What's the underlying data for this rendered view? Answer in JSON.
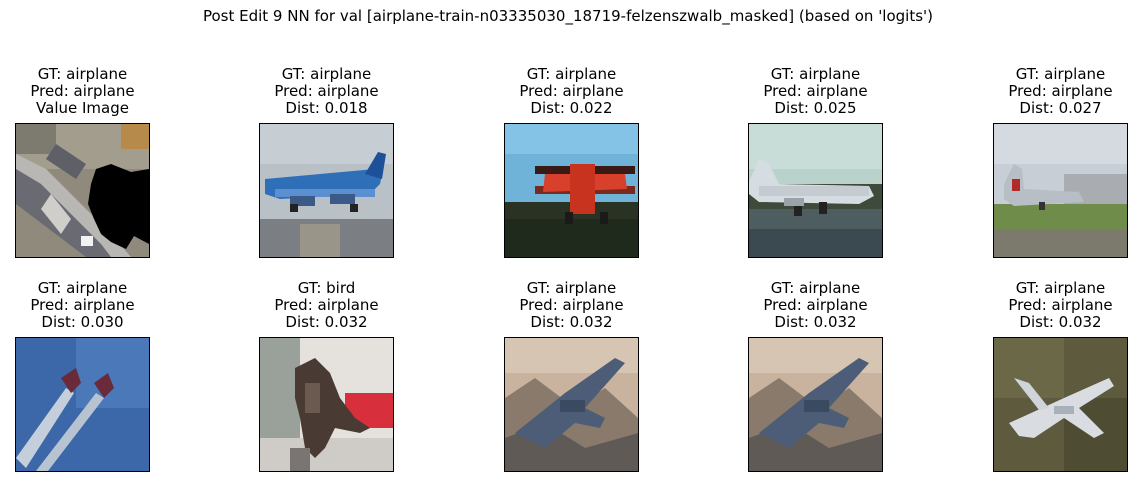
{
  "title": "Post Edit 9 NN for val [airplane-train-n03335030_18719-felzenszwalb_masked] (based on 'logits')",
  "panels": [
    {
      "gt": "GT: airplane",
      "pred": "Pred: airplane",
      "line3": "Value Image"
    },
    {
      "gt": "GT: airplane",
      "pred": "Pred: airplane",
      "line3": "Dist: 0.018"
    },
    {
      "gt": "GT: airplane",
      "pred": "Pred: airplane",
      "line3": "Dist: 0.022"
    },
    {
      "gt": "GT: airplane",
      "pred": "Pred: airplane",
      "line3": "Dist: 0.025"
    },
    {
      "gt": "GT: airplane",
      "pred": "Pred: airplane",
      "line3": "Dist: 0.027"
    },
    {
      "gt": "GT: airplane",
      "pred": "Pred: airplane",
      "line3": "Dist: 0.030"
    },
    {
      "gt": "GT: bird",
      "pred": "Pred: airplane",
      "line3": "Dist: 0.032"
    },
    {
      "gt": "GT: airplane",
      "pred": "Pred: airplane",
      "line3": "Dist: 0.032"
    },
    {
      "gt": "GT: airplane",
      "pred": "Pred: airplane",
      "line3": "Dist: 0.032"
    },
    {
      "gt": "GT: airplane",
      "pred": "Pred: airplane",
      "line3": "Dist: 0.032"
    }
  ]
}
